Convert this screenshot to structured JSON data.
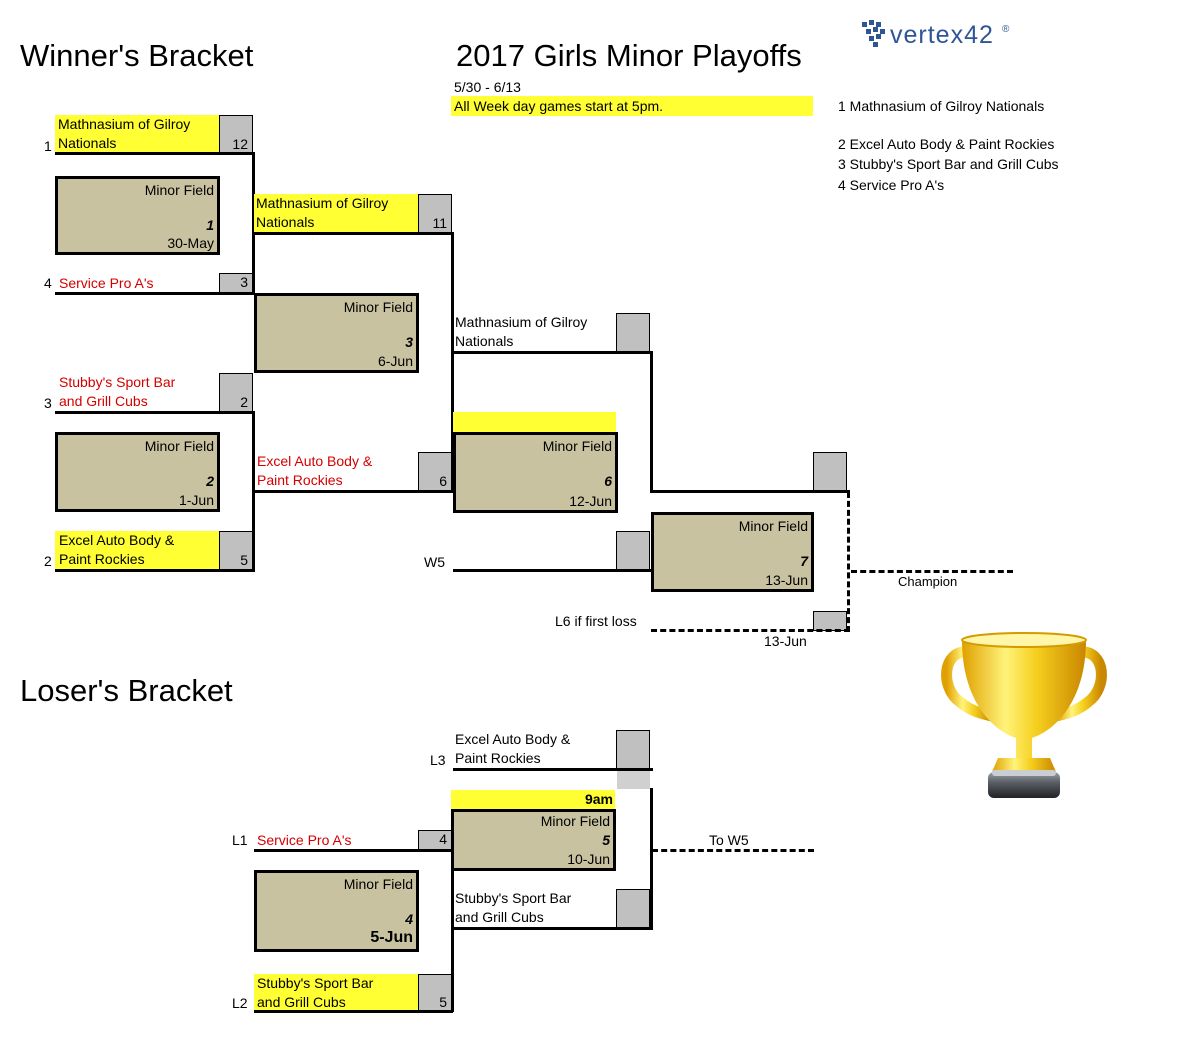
{
  "headings": {
    "winners": "Winner's Bracket",
    "title": "2017 Girls Minor Playoffs",
    "dates": "5/30 - 6/13",
    "note": "All Week day games start at 5pm.",
    "losers": "Loser's Bracket"
  },
  "logo": {
    "text": "vertex42",
    "mark": "®"
  },
  "seeds": [
    "1  Mathnasium of Gilroy Nationals",
    "2  Excel Auto Body & Paint Rockies",
    "3  Stubby's Sport Bar and Grill Cubs",
    "4  Service Pro A's"
  ],
  "winners_bracket": {
    "seed1": {
      "num": "1",
      "l1": "Mathnasium of Gilroy",
      "l2": "Nationals",
      "score": "12"
    },
    "seed4": {
      "num": "4",
      "l1": "Service Pro A's",
      "score": "3"
    },
    "seed3": {
      "num": "3",
      "l1": "Stubby's Sport Bar",
      "l2": "and Grill Cubs",
      "score": "2"
    },
    "seed2": {
      "num": "2",
      "l1": "Excel Auto Body &",
      "l2": "Paint Rockies",
      "score": "5"
    },
    "r2a": {
      "l1": "Mathnasium of Gilroy",
      "l2": "Nationals",
      "score": "11"
    },
    "r2b": {
      "l1": "Excel Auto Body &",
      "l2": "Paint Rockies",
      "score": "6"
    },
    "r3a": {
      "l1": "Mathnasium of Gilroy",
      "l2": "Nationals"
    },
    "w5": "W5",
    "l6": "L6 if first loss",
    "date13": "13-Jun",
    "champion": "Champion"
  },
  "games": {
    "g1": {
      "field": "Minor Field",
      "num": "1",
      "date": "30-May"
    },
    "g2": {
      "field": "Minor Field",
      "num": "2",
      "date": "1-Jun"
    },
    "g3": {
      "field": "Minor Field",
      "num": "3",
      "date": "6-Jun"
    },
    "g6": {
      "field": "Minor Field",
      "num": "6",
      "date": "12-Jun"
    },
    "g7": {
      "field": "Minor Field",
      "num": "7",
      "date": "13-Jun"
    },
    "g5": {
      "field": "Minor Field",
      "num": "5",
      "date": "10-Jun",
      "time": "9am"
    },
    "g4": {
      "field": "Minor Field",
      "num": "4",
      "date": "5-Jun"
    }
  },
  "losers_bracket": {
    "l3": {
      "num": "L3",
      "l1": "Excel Auto Body &",
      "l2": "Paint Rockies"
    },
    "l1": {
      "num": "L1",
      "l1": "Service Pro A's",
      "score": "4"
    },
    "r2": {
      "l1": "Stubby's Sport Bar",
      "l2": "and Grill Cubs"
    },
    "l2": {
      "num": "L2",
      "l1": "Stubby's Sport Bar",
      "l2": "and Grill Cubs",
      "score": "5"
    },
    "to_w5": "To W5"
  },
  "colors": {
    "highlight": "#ffff33",
    "game_box": "#c8c2a0",
    "score_box": "#c0c0c0",
    "loss_text": "#d40000"
  }
}
